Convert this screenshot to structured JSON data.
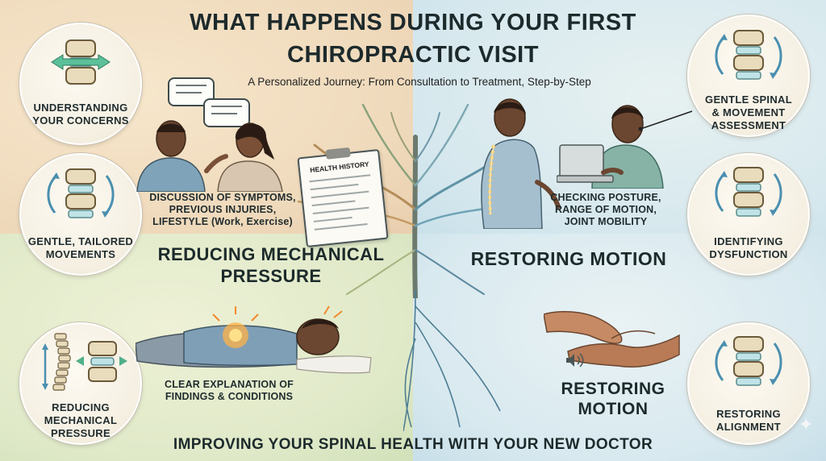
{
  "header": {
    "title_line1": "WHAT HAPPENS DURING YOUR FIRST",
    "title_line2": "CHIROPRACTIC VISIT",
    "subtitle": "A Personalized Journey: From Consultation to Treatment, Step-by-Step"
  },
  "circles": {
    "understanding": {
      "line1": "UNDERSTANDING",
      "line2": "YOUR CONCERNS"
    },
    "tailored": {
      "line1": "GENTLE, TAILORED",
      "line2": "MOVEMENTS"
    },
    "reducing": {
      "line1": "REDUCING",
      "line2": "MECHANICAL",
      "line3": "PRESSURE"
    },
    "assessment": {
      "line1": "GENTLE SPINAL",
      "line2": "& MOVEMENT",
      "line3": "ASSESSMENT"
    },
    "identifying": {
      "line1": "IDENTIFYING",
      "line2": "DYSFUNCTION"
    },
    "alignment": {
      "line1": "RESTORING",
      "line2": "ALIGNMENT"
    }
  },
  "captions": {
    "discussion": {
      "line1": "DISCUSSION OF SYMPTOMS,",
      "line2": "PREVIOUS INJURIES,",
      "line3": "LIFESTYLE (Work, Exercise)"
    },
    "posture": {
      "line1": "CHECKING POSTURE,",
      "line2": "RANGE OF MOTION,",
      "line3": "JOINT MOBILITY"
    },
    "explanation": {
      "line1": "CLEAR EXPLANATION OF",
      "line2": "FINDINGS & CONDITIONS"
    }
  },
  "sections": {
    "reducing": {
      "line1": "REDUCING MECHANICAL",
      "line2": "PRESSURE"
    },
    "restoring_top": "RESTORING MOTION",
    "restoring_bottom": {
      "line1": "RESTORING",
      "line2": "MOTION"
    }
  },
  "clipboard": {
    "heading": "HEALTH HISTORY"
  },
  "footer": "IMPROVING YOUR SPINAL HEALTH WITH YOUR NEW DOCTOR",
  "colors": {
    "vertebra": "#e9dcbc",
    "disc": "#bfe3e6",
    "arrow_green": "#4fb08a",
    "arrow_blue": "#4a8fb0",
    "skin": "#6b4630",
    "scrubs": "#86b3a6",
    "text": "#1d2a2c"
  }
}
